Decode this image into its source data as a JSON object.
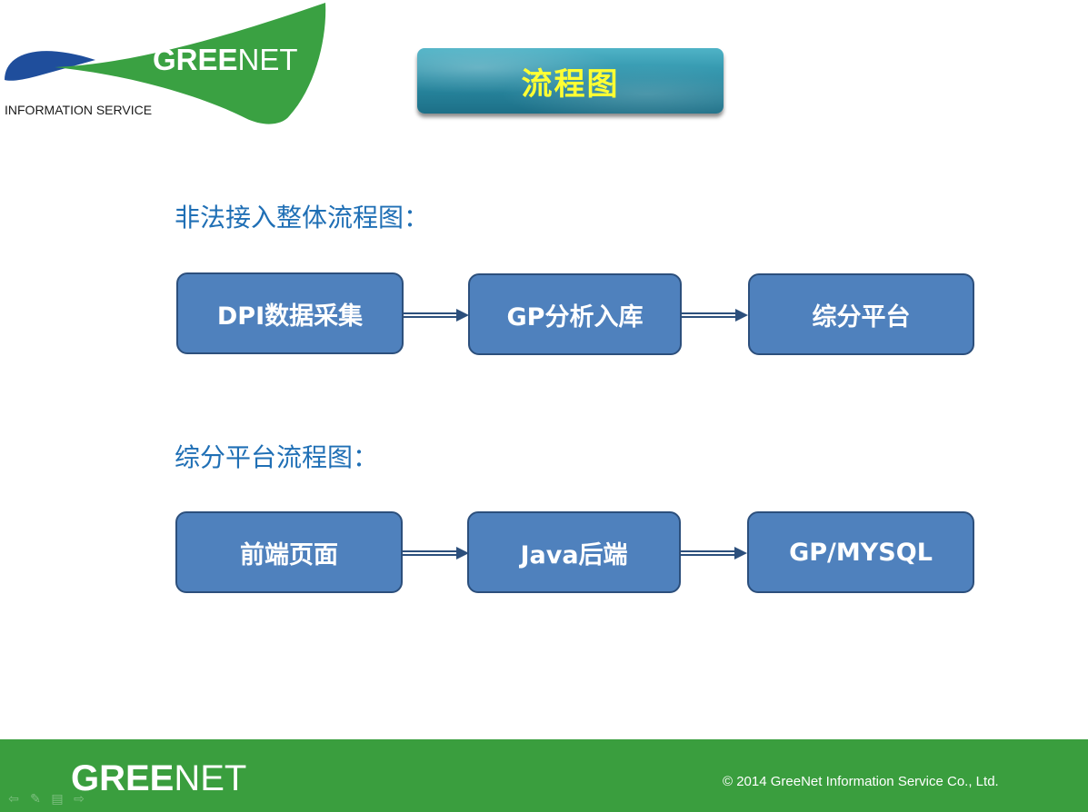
{
  "header": {
    "logo_bold": "GREE",
    "logo_thin": "NET",
    "logo_subtitle": "INFORMATION SERVICE",
    "title": "流程图"
  },
  "sections": [
    {
      "title": "非法接入整体流程图：",
      "nodes": [
        "DPI数据采集",
        "GP分析入库",
        "综分平台"
      ]
    },
    {
      "title": "综分平台流程图：",
      "nodes": [
        "前端页面",
        "Java后端",
        "GP/MYSQL"
      ]
    }
  ],
  "footer": {
    "logo_bold": "GREE",
    "logo_thin": "NET",
    "copyright": "© 2014 GreeNet Information Service Co., Ltd."
  },
  "colors": {
    "brand_green": "#3a9e3e",
    "brand_blue": "#1f4e9c",
    "node_fill": "#4f81bd",
    "node_border": "#2c4f7c",
    "section_title": "#1f6fb5",
    "title_text": "#ffff33"
  },
  "icons": [
    "back-arrow-icon",
    "pen-icon",
    "menu-icon",
    "forward-arrow-icon"
  ]
}
